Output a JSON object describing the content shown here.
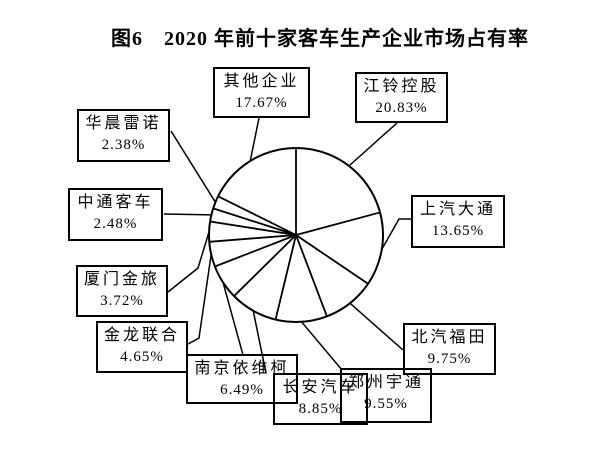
{
  "figure": {
    "title": "图6　2020 年前十家客车生产企业市场占有率"
  },
  "colors": {
    "background": "#ffffff",
    "stroke": "#000000",
    "text": "#000000"
  },
  "chart_data": {
    "type": "pie",
    "title": "图6 2020 年前十家客车生产企业市场占有率",
    "value_unit": "percent",
    "start_angle_deg": 0,
    "direction": "clockwise",
    "slice_fill": "none",
    "stroke_color": "#000000",
    "legend_position": "none",
    "label_style": "boxed callouts with leader lines",
    "slices": [
      {
        "name": "江铃控股",
        "value": 20.83,
        "pct_label": "20.83%"
      },
      {
        "name": "上汽大通",
        "value": 13.65,
        "pct_label": "13.65%"
      },
      {
        "name": "北汽福田",
        "value": 9.75,
        "pct_label": "9.75%"
      },
      {
        "name": "郑州宇通",
        "value": 9.55,
        "pct_label": "9.55%"
      },
      {
        "name": "长安汽车",
        "value": 8.85,
        "pct_label": "8.85%"
      },
      {
        "name": "南京依维柯",
        "value": 6.49,
        "pct_label": "6.49%"
      },
      {
        "name": "金龙联合",
        "value": 4.65,
        "pct_label": "4.65%"
      },
      {
        "name": "厦门金旅",
        "value": 3.72,
        "pct_label": "3.72%"
      },
      {
        "name": "中通客车",
        "value": 2.48,
        "pct_label": "2.48%"
      },
      {
        "name": "华晨雷诺",
        "value": 2.38,
        "pct_label": "2.38%"
      },
      {
        "name": "其他企业",
        "value": 17.67,
        "pct_label": "17.67%"
      }
    ]
  }
}
